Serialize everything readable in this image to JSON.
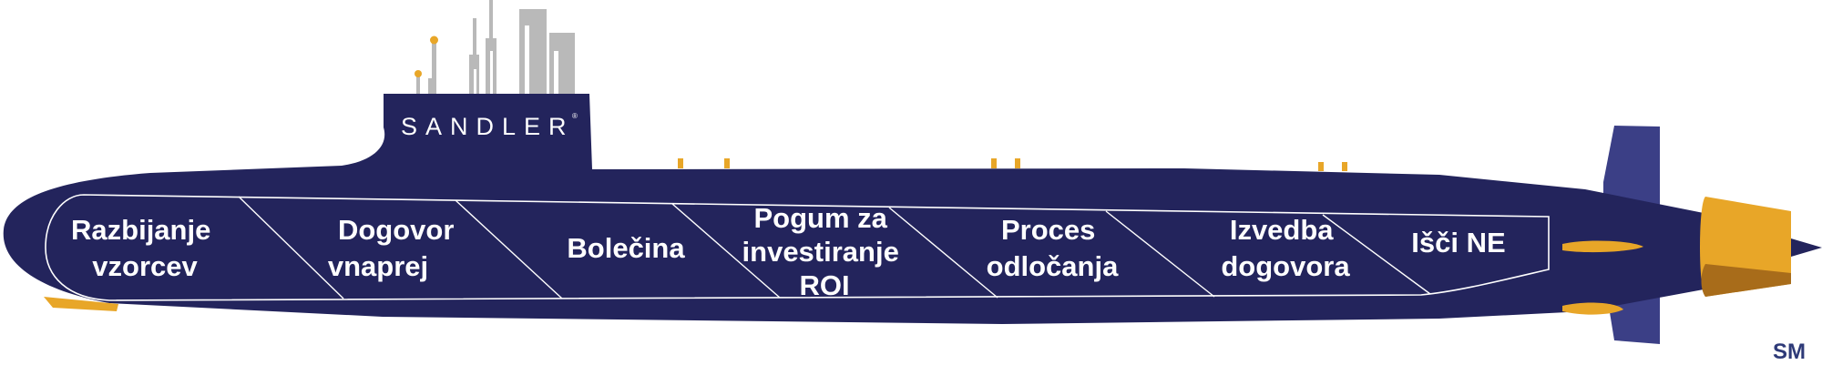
{
  "brand": {
    "name": "SANDLER",
    "registered": "®"
  },
  "corner_mark": "SM",
  "stages": [
    {
      "label_lines": [
        "Razbijanje",
        "vzorcev"
      ]
    },
    {
      "label_lines": [
        "Dogovor",
        "vnaprej"
      ]
    },
    {
      "label_lines": [
        "Bolečina"
      ]
    },
    {
      "label_lines": [
        "Pogum za",
        "investiranje",
        "ROI"
      ]
    },
    {
      "label_lines": [
        "Proces",
        "odločanja"
      ]
    },
    {
      "label_lines": [
        "Izvedba",
        "dogovora"
      ]
    },
    {
      "label_lines": [
        "Išči NE"
      ]
    }
  ],
  "colors": {
    "hull": "#23245c",
    "fin": "#3b3f86",
    "accent": "#e8a628",
    "mast": "#b9b9b9",
    "outline": "#ffffff",
    "mark": "#2e3a78"
  },
  "icons": [
    "submarine-icon",
    "propeller-icon",
    "periscope-icon",
    "antenna-icon"
  ]
}
